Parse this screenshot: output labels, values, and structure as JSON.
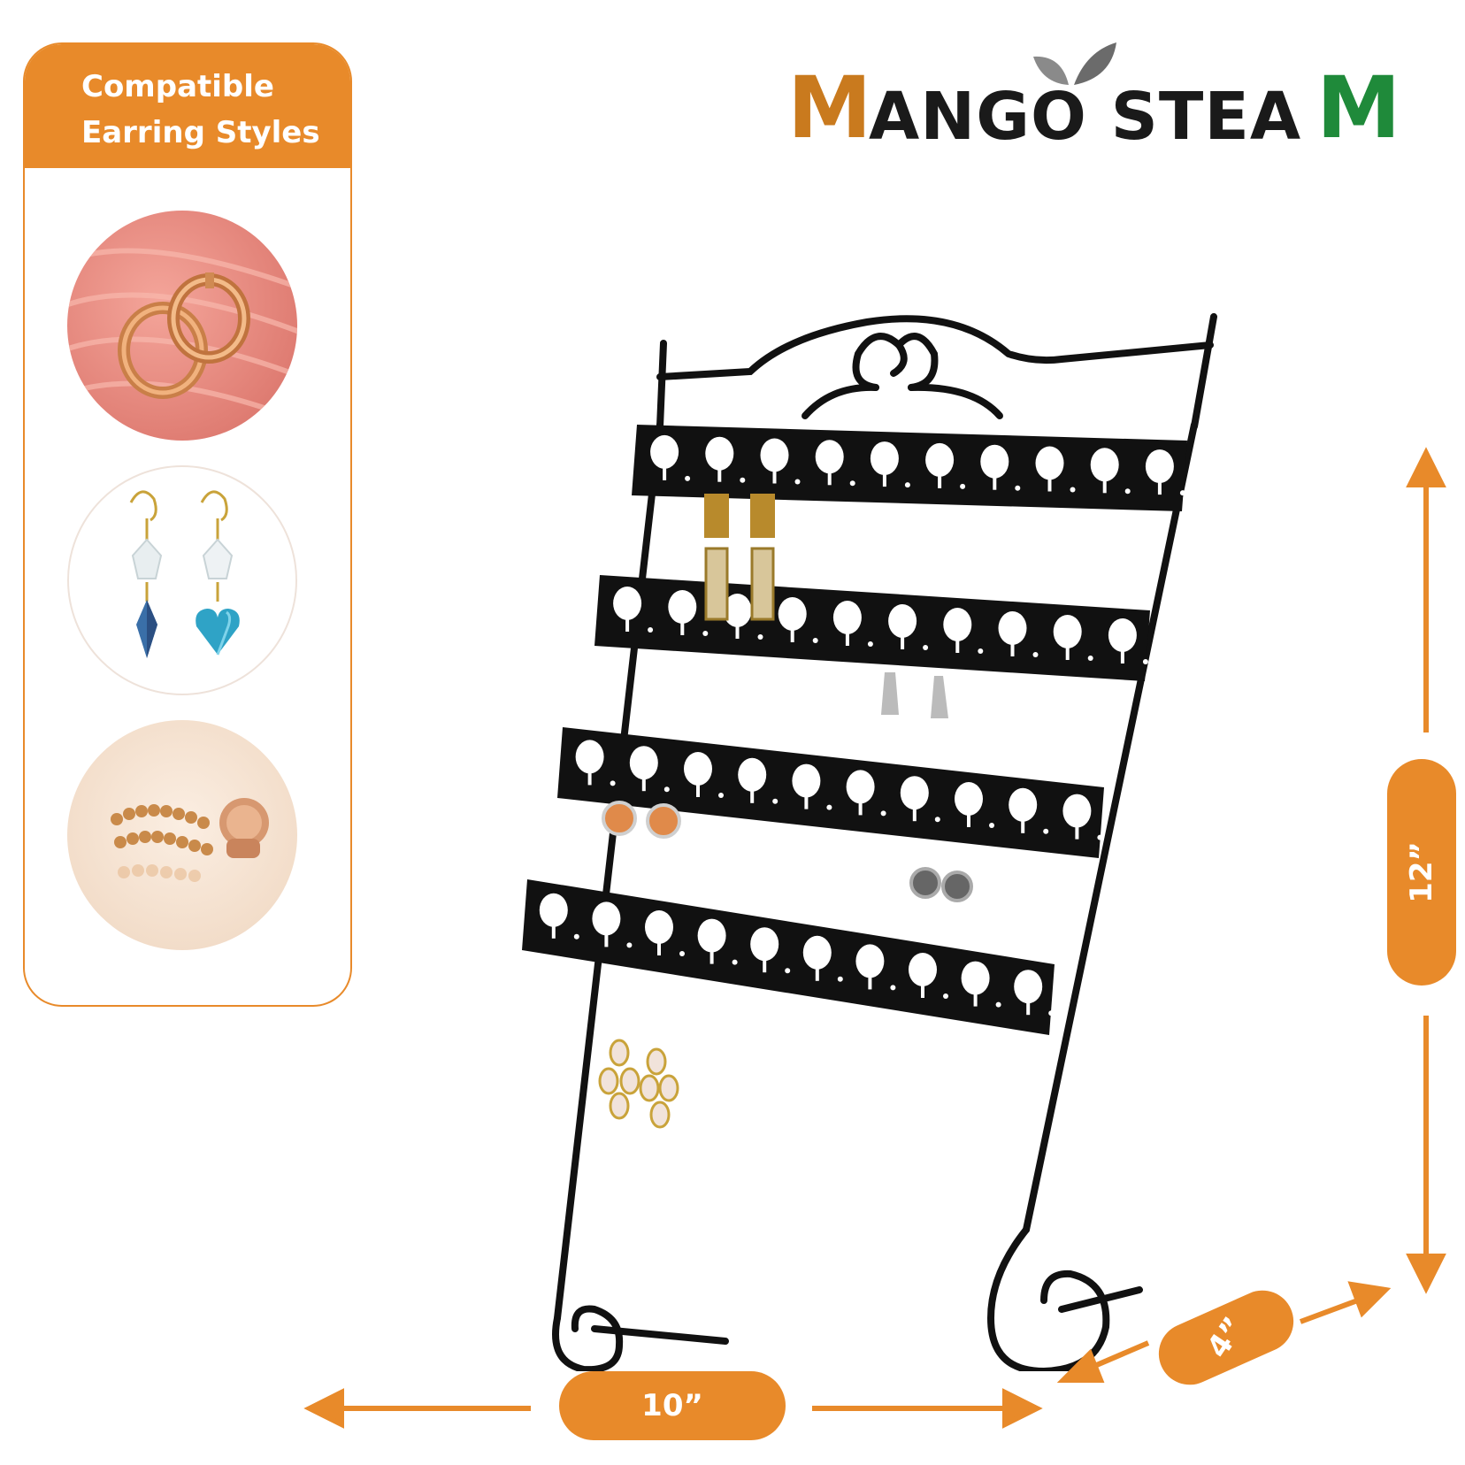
{
  "card": {
    "title_line1": "Compatible",
    "title_line2": "Earring Styles",
    "styles": [
      "hoop-earrings",
      "dangle-earrings",
      "ear-cuff"
    ]
  },
  "brand": {
    "first_letter": "M",
    "middle": "ANGO STEA",
    "last_letter": "M",
    "colors": {
      "orange": "#c97a1e",
      "black": "#1a1a1a",
      "green": "#1f8a3a"
    }
  },
  "dimensions": {
    "width": "10”",
    "height": "12”",
    "depth": "4”"
  },
  "colors": {
    "accent": "#e88a2a",
    "stand": "#111111"
  }
}
